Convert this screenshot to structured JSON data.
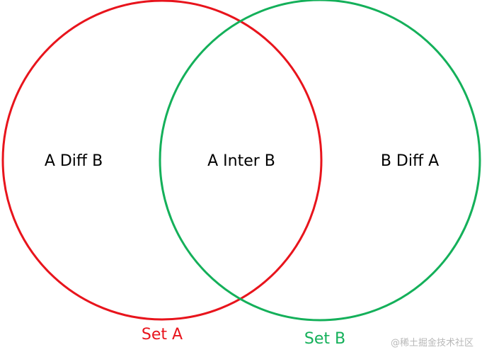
{
  "diagram": {
    "type": "venn",
    "regions": {
      "a_only": "A Diff B",
      "intersection": "A Inter B",
      "b_only": "B Diff A"
    },
    "sets": [
      {
        "label": "Set A",
        "color": "#e8141c"
      },
      {
        "label": "Set B",
        "color": "#14b05a"
      }
    ]
  },
  "watermark": "@稀土掘金技术社区",
  "colors": {
    "background": "#ffffff",
    "region_text": "#000000",
    "watermark": "#b8b8b8"
  }
}
